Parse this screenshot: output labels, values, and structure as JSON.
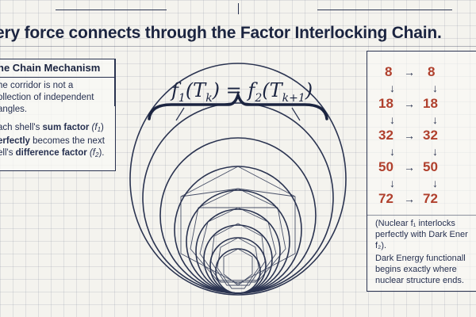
{
  "title": "ery force connects through the Factor Interlocking Chain.",
  "left_panel": {
    "heading": "he Chain Mechanism",
    "para1_lines": [
      "he corridor is not a",
      "ollection of independent",
      "angles."
    ],
    "para2": {
      "line1_prefix": "ach shell's ",
      "line1_bold": "sum factor",
      "line1_symbol": "(f",
      "line1_sub": "1",
      "line1_close": ")",
      "line2_bold": "erfectly",
      "line2_rest": " becomes the next",
      "line3_prefix": "ell's ",
      "line3_bold": "difference factor",
      "line3_symbol": " (f",
      "line3_sub": "2",
      "line3_close": ")."
    }
  },
  "equation": {
    "lhs_f": "f",
    "lhs_sub": "1",
    "lhs_arg": "(T",
    "lhs_arg_sub": "k",
    "lhs_close": ")",
    "equals": " = ",
    "rhs_f": "f",
    "rhs_sub": "2",
    "rhs_arg": "(T",
    "rhs_arg_sub": "k+1",
    "rhs_close": ")"
  },
  "right_panel": {
    "left_column": [
      "8",
      "18",
      "32",
      "50",
      "72"
    ],
    "right_column": [
      "8",
      "18",
      "32",
      "50",
      "72"
    ],
    "arrow": "→",
    "down_arrow": "↓",
    "note1_lines": [
      "(Nuclear f₁ interlocks",
      "perfectly with Dark Ener",
      "f₂)."
    ],
    "note2_lines": [
      "Dark Energy functionall",
      "begins exactly where",
      "nuclear structure ends."
    ]
  },
  "colors": {
    "ink": "#2a3350",
    "accent_numbers": "#b0402d",
    "background": "#f4f3ee"
  }
}
